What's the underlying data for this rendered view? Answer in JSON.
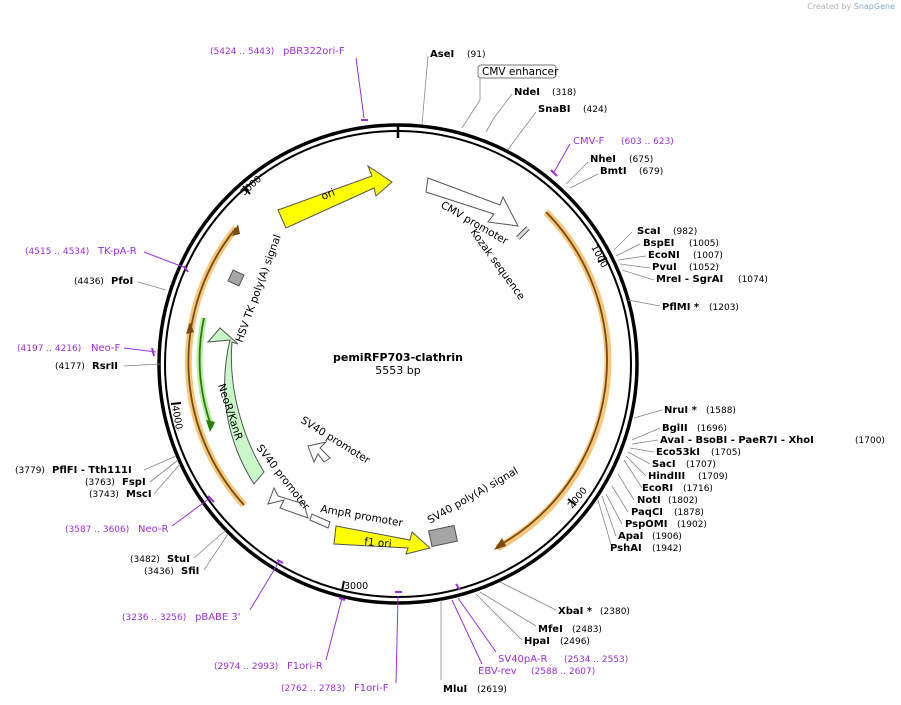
{
  "credit": {
    "prefix": "Created by",
    "brand": "SnapGene"
  },
  "plasmid": {
    "name": "pemiRFP703-clathrin",
    "size_label": "5553 bp",
    "length": 5553
  },
  "ticks": [
    {
      "pos": 1000,
      "label": "1000"
    },
    {
      "pos": 2000,
      "label": "2000"
    },
    {
      "pos": 3000,
      "label": "3000"
    },
    {
      "pos": 4000,
      "label": "4000"
    },
    {
      "pos": 5000,
      "label": "5000"
    }
  ],
  "colors": {
    "ori": "#ffff00",
    "neo": "#c8f7c8",
    "orange": "#f5a623",
    "primer": "#9b30d9",
    "gray": "#a6a6a6",
    "outline": "#555555"
  },
  "features": [
    {
      "id": "cmv-enhancer",
      "label": "CMV enhancer"
    },
    {
      "id": "cmv-promoter",
      "label": "CMV promoter"
    },
    {
      "id": "kozak",
      "label": "Kozak sequence"
    },
    {
      "id": "ori",
      "label": "ori"
    },
    {
      "id": "hsv-tk",
      "label": "HSV TK poly(A) signal"
    },
    {
      "id": "neo",
      "label": "NeoR/KanR"
    },
    {
      "id": "sv40-promoter-1",
      "label": "SV40 promoter"
    },
    {
      "id": "sv40-promoter-2",
      "label": "SV40 promoter"
    },
    {
      "id": "ampr-promoter",
      "label": "AmpR promoter"
    },
    {
      "id": "f1-ori",
      "label": "f1 ori"
    },
    {
      "id": "sv40-polya",
      "label": "SV40 poly(A) signal"
    }
  ],
  "enzymes_right": [
    {
      "name": "AseI",
      "pos": "(91)"
    },
    {
      "name": "NdeI",
      "pos": "(318)"
    },
    {
      "name": "SnaBI",
      "pos": "(424)"
    },
    {
      "name": "NheI",
      "pos": "(675)"
    },
    {
      "name": "BmtI",
      "pos": "(679)"
    },
    {
      "name": "ScaI",
      "pos": "(982)"
    },
    {
      "name": "BspEI",
      "pos": "(1005)"
    },
    {
      "name": "EcoNI",
      "pos": "(1007)"
    },
    {
      "name": "PvuI",
      "pos": "(1052)"
    },
    {
      "name": "MreI  - SgrAI",
      "pos": "(1074)"
    },
    {
      "name": "PflMI *",
      "pos": "(1203)"
    },
    {
      "name": "NruI *",
      "pos": "(1588)"
    },
    {
      "name": "BglII",
      "pos": "(1696)"
    },
    {
      "name": "AvaI  - BsoBI  - PaeR7I  - XhoI",
      "pos": "(1700)"
    },
    {
      "name": "Eco53kI",
      "pos": "(1705)"
    },
    {
      "name": "SacI",
      "pos": "(1707)"
    },
    {
      "name": "HindIII",
      "pos": "(1709)"
    },
    {
      "name": "EcoRI",
      "pos": "(1716)"
    },
    {
      "name": "NotI",
      "pos": "(1802)"
    },
    {
      "name": "PaqCI",
      "pos": "(1878)"
    },
    {
      "name": "PspOMI",
      "pos": "(1902)"
    },
    {
      "name": "ApaI",
      "pos": "(1906)"
    },
    {
      "name": "PshAI",
      "pos": "(1942)"
    },
    {
      "name": "XbaI *",
      "pos": "(2380)"
    },
    {
      "name": "MfeI",
      "pos": "(2483)"
    },
    {
      "name": "HpaI",
      "pos": "(2496)"
    },
    {
      "name": "MluI",
      "pos": "(2619)"
    }
  ],
  "enzymes_left": [
    {
      "name": "PfoI",
      "pos": "(4436)"
    },
    {
      "name": "RsrII",
      "pos": "(4177)"
    },
    {
      "name": "PflFI  - Tth111I",
      "pos": "(3779)"
    },
    {
      "name": "FspI",
      "pos": "(3763)"
    },
    {
      "name": "MscI",
      "pos": "(3743)"
    },
    {
      "name": "StuI",
      "pos": "(3482)"
    },
    {
      "name": "SfiI",
      "pos": "(3436)"
    }
  ],
  "primers": [
    {
      "name": "pBR322ori-F",
      "range": "(5424 .. 5443)"
    },
    {
      "name": "CMV-F",
      "range": "(603 .. 623)"
    },
    {
      "name": "TK-pA-R",
      "range": "(4515 .. 4534)"
    },
    {
      "name": "Neo-F",
      "range": "(4197 .. 4216)"
    },
    {
      "name": "Neo-R",
      "range": "(3587 .. 3606)"
    },
    {
      "name": "pBABE 3'",
      "range": "(3236 .. 3256)"
    },
    {
      "name": "F1ori-R",
      "range": "(2974 .. 2993)"
    },
    {
      "name": "F1ori-F",
      "range": "(2762 .. 2783)"
    },
    {
      "name": "SV40pA-R",
      "range": "(2534 .. 2553)"
    },
    {
      "name": "EBV-rev",
      "range": "(2588 .. 2607)"
    }
  ]
}
